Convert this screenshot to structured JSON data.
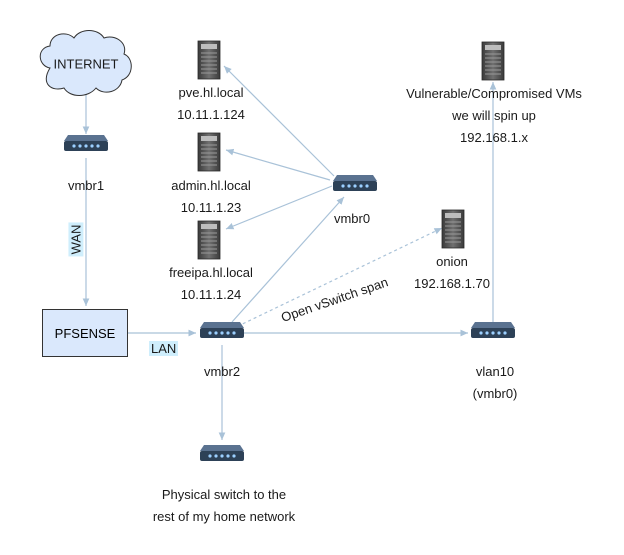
{
  "internet": {
    "label": "INTERNET"
  },
  "pfsense": {
    "label": "PFSENSE"
  },
  "tags": {
    "wan": "WAN",
    "lan": "LAN"
  },
  "bridges": {
    "vmbr1": "vmbr1",
    "vmbr0": "vmbr0",
    "vmbr2": "vmbr2",
    "vlan10": {
      "name": "vlan10",
      "parent": "(vmbr0)"
    }
  },
  "servers": {
    "pve": {
      "host": "pve.hl.local",
      "ip": "10.11.1.124"
    },
    "admin": {
      "host": "admin.hl.local",
      "ip": "10.11.1.23"
    },
    "freeipa": {
      "host": "freeipa.hl.local",
      "ip": "10.11.1.24"
    },
    "onion": {
      "host": "onion",
      "ip": "192.168.1.70"
    },
    "vulnerable": {
      "line1": "Vulnerable/Compromised VMs",
      "line2": "we will spin up",
      "line3": "192.168.1.x"
    }
  },
  "physical": {
    "line1": "Physical switch to the",
    "line2": "rest of my home network"
  },
  "span": {
    "label": "Open vSwitch span"
  }
}
